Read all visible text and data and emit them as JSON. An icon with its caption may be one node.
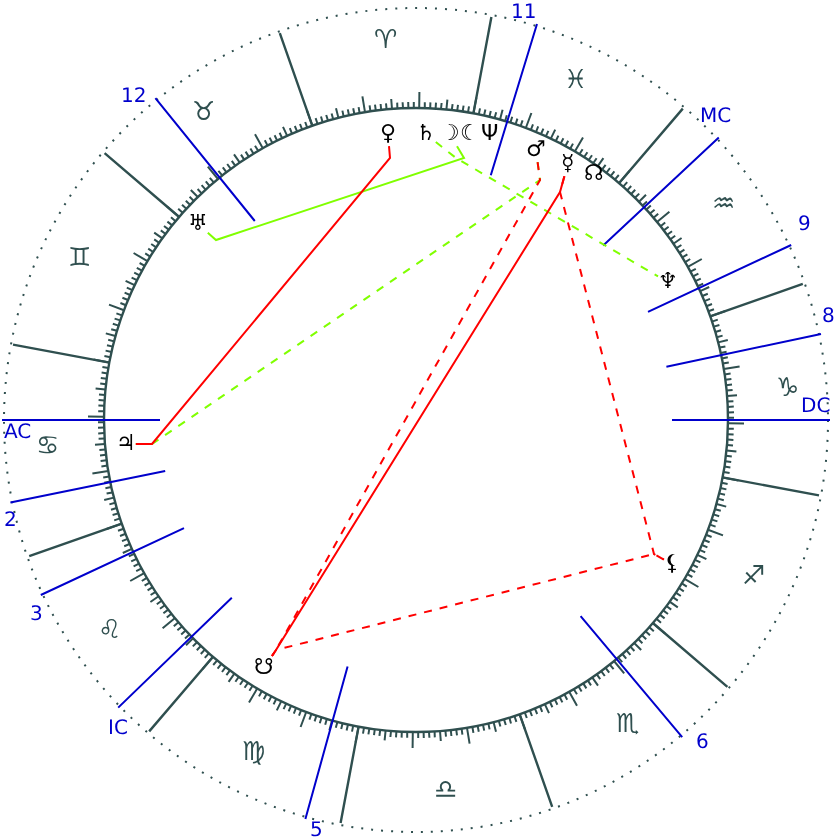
{
  "diagram": {
    "nodes": [
      {
        "text": [
          "♀"
        ]
      },
      {
        "text": [
          "♄"
        ]
      },
      {
        "text": [
          "☽"
        ]
      },
      {
        "text": [
          "♂"
        ]
      },
      {
        "text": [
          "☿"
        ]
      },
      {
        "text": [
          "☊"
        ]
      },
      {
        "text": [
          "♅"
        ]
      },
      {
        "text": [
          "♆"
        ]
      },
      {
        "text": [
          "♃"
        ]
      },
      {
        "text": [
          "⚸"
        ]
      },
      {
        "text": [
          "☋"
        ]
      }
    ],
    "edges": [
      {
        "from": 6,
        "to": 2,
        "arrow": "none",
        "color": "#80ff00"
      },
      {
        "from": 1,
        "to": 7,
        "arrow": "none",
        "style": "dashed",
        "color": "#80ff00"
      },
      {
        "from": 8,
        "to": 3,
        "arrow": "none",
        "style": "dashed",
        "color": "#80ff00"
      },
      {
        "from": 0,
        "to": 8,
        "arrow": "none"
      },
      {
        "from": 4,
        "to": 10,
        "arrow": "none"
      },
      {
        "from": 3,
        "to": 10,
        "arrow": "none",
        "style": "dashed"
      },
      {
        "from": 4,
        "to": 9,
        "arrow": "none",
        "style": "dashed"
      },
      {
        "from": 10,
        "to": 9,
        "arrow": "none",
        "style": "dashed"
      }
    ],
    "labels": [
      "11",
      "♈",
      "♓",
      "12",
      "♉",
      "MC",
      "☾",
      "Ψ",
      "♒",
      "9",
      "♊",
      "8",
      "♑",
      "DC",
      "AC",
      "♋",
      "2",
      "♐",
      "3",
      "♌",
      "IC",
      "♏",
      "6",
      "♍",
      "♎",
      "5"
    ]
  }
}
